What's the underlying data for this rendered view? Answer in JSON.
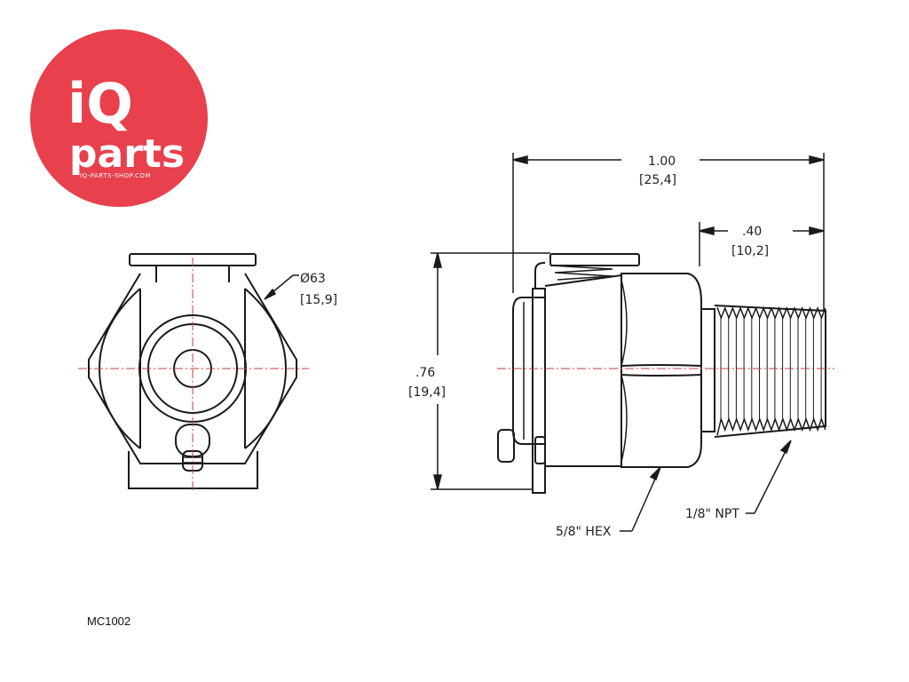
{
  "logo": {
    "line1": "iQ",
    "line2": "parts",
    "website": "IQ-PARTS-SHOP.COM",
    "color": "#e8404d"
  },
  "part_number": "MC1002",
  "dimensions": {
    "overall_length": {
      "inch": "1.00",
      "mm": "[25,4]"
    },
    "thread_length": {
      "inch": ".40",
      "mm": "[10,2]"
    },
    "height": {
      "inch": ".76",
      "mm": "[19,4]"
    },
    "diameter": {
      "inch": "Ø63",
      "mm": "[15,9]"
    }
  },
  "callouts": {
    "hex": "5/8\" HEX",
    "thread": "1/8\" NPT"
  },
  "colors": {
    "line": "#1a1a1a",
    "centerline": "#d23a3a",
    "background": "#ffffff"
  }
}
